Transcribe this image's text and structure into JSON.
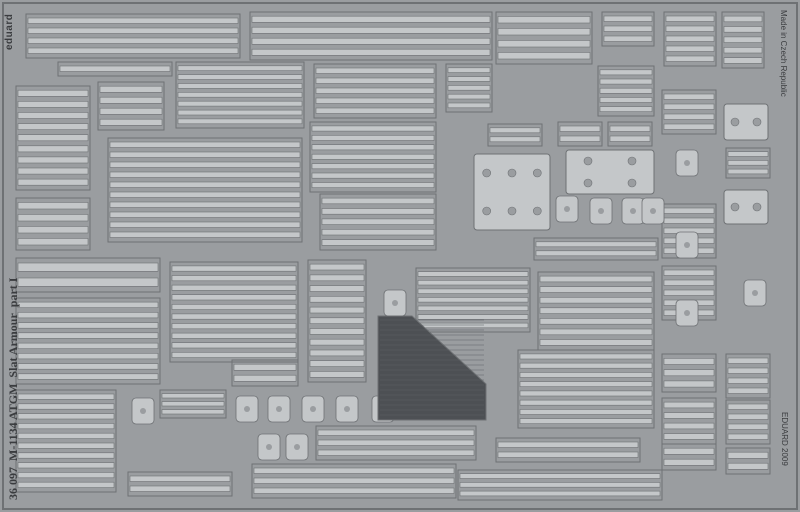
{
  "brand": "eduard",
  "title": {
    "code": "36 097",
    "model": "M-1134 ATGM",
    "subject": "Slat Armour",
    "part": "part I"
  },
  "origin": "Made in Czech Republic",
  "copyright": "EDUARD 2009",
  "colors": {
    "fret_background": "#9a9da0",
    "metal_part": "#c4c7c9",
    "part_outline": "#6e7174",
    "mesh_panel": "#4d5054"
  }
}
